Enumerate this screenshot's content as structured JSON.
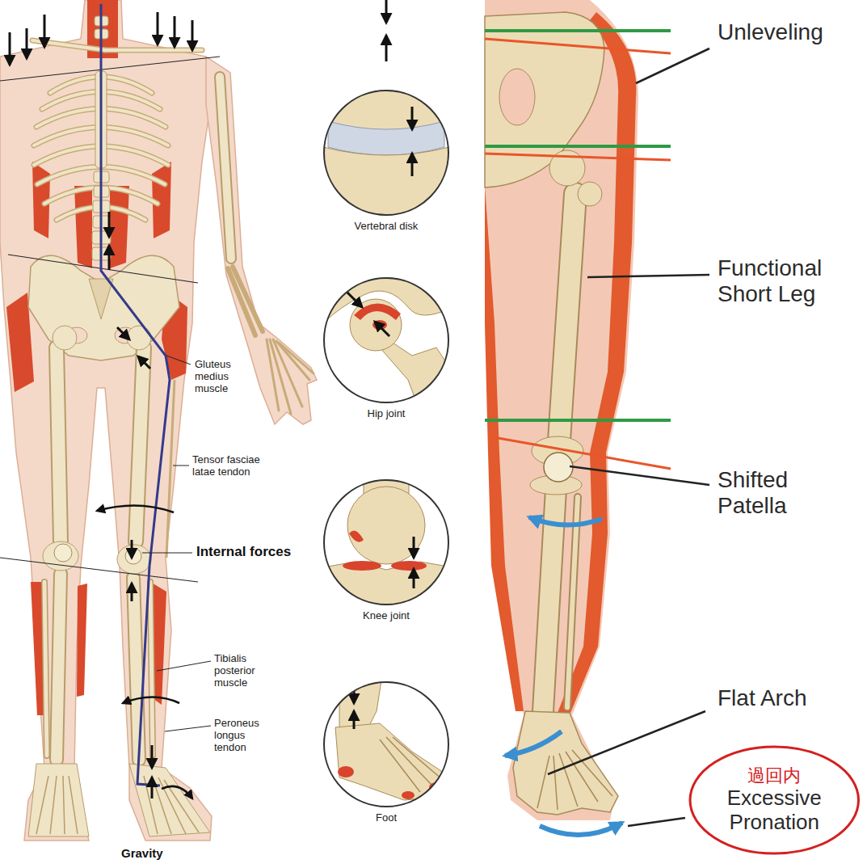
{
  "diagram": {
    "nodes": [
      {
        "text": [
          "Vertebral disk"
        ]
      },
      {
        "text": [
          "Hip joint"
        ]
      },
      {
        "text": [
          "Knee joint"
        ]
      },
      {
        "text": [
          "Foot"
        ]
      },
      {
        "text": [
          "過回内",
          "Excessive Pronation"
        ]
      }
    ],
    "labels": [
      "Gluteus medius muscle",
      "Tensor fasciae latae tendon",
      "Internal forces",
      "Tibialis posterior muscle",
      "Peroneus longus tendon",
      "Gravity",
      "Unleveling",
      "Functional Short Leg",
      "Shifted Patella",
      "Flat Arch"
    ]
  }
}
